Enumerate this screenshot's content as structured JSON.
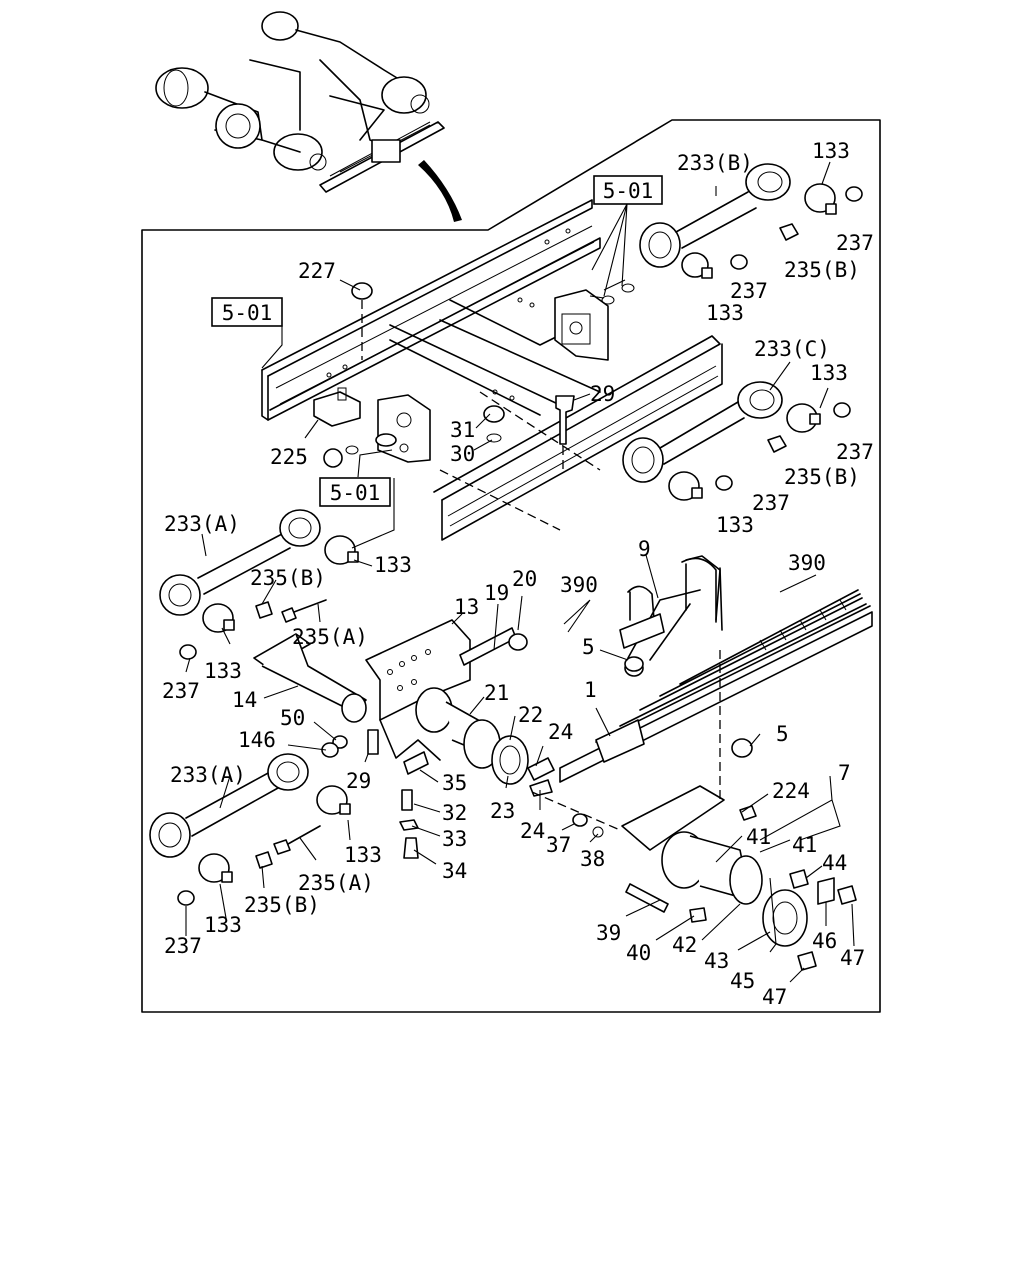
{
  "refs": [
    "5-01",
    "5-01",
    "5-01"
  ],
  "labels": [
    {
      "id": "l233b_1",
      "text": "233(B)"
    },
    {
      "id": "l133_1",
      "text": "133"
    },
    {
      "id": "l237_1",
      "text": "237"
    },
    {
      "id": "l235b_1",
      "text": "235(B)"
    },
    {
      "id": "l237_2",
      "text": "237"
    },
    {
      "id": "l133_2",
      "text": "133"
    },
    {
      "id": "l227",
      "text": "227"
    },
    {
      "id": "l233c",
      "text": "233(C)"
    },
    {
      "id": "l133_3",
      "text": "133"
    },
    {
      "id": "l29_1",
      "text": "29"
    },
    {
      "id": "l237_3",
      "text": "237"
    },
    {
      "id": "l31",
      "text": "31"
    },
    {
      "id": "l235b_2",
      "text": "235(B)"
    },
    {
      "id": "l30",
      "text": "30"
    },
    {
      "id": "l225",
      "text": "225"
    },
    {
      "id": "l237_4",
      "text": "237"
    },
    {
      "id": "l133_4",
      "text": "133"
    },
    {
      "id": "l233a_1",
      "text": "233(A)"
    },
    {
      "id": "l133_5",
      "text": "133"
    },
    {
      "id": "l235b_3",
      "text": "235(B)"
    },
    {
      "id": "l9",
      "text": "9"
    },
    {
      "id": "l390_1",
      "text": "390"
    },
    {
      "id": "l390_2",
      "text": "390"
    },
    {
      "id": "l19",
      "text": "19"
    },
    {
      "id": "l20",
      "text": "20"
    },
    {
      "id": "l13",
      "text": "13"
    },
    {
      "id": "l235a_1",
      "text": "235(A)"
    },
    {
      "id": "l5_1",
      "text": "5"
    },
    {
      "id": "l133_6",
      "text": "133"
    },
    {
      "id": "l237_5",
      "text": "237"
    },
    {
      "id": "l14",
      "text": "14"
    },
    {
      "id": "l1",
      "text": "1"
    },
    {
      "id": "l21",
      "text": "21"
    },
    {
      "id": "l50",
      "text": "50"
    },
    {
      "id": "l22",
      "text": "22"
    },
    {
      "id": "l146",
      "text": "146"
    },
    {
      "id": "l24_1",
      "text": "24"
    },
    {
      "id": "l5_2",
      "text": "5"
    },
    {
      "id": "l233a_2",
      "text": "233(A)"
    },
    {
      "id": "l29_2",
      "text": "29"
    },
    {
      "id": "l35",
      "text": "35"
    },
    {
      "id": "l7",
      "text": "7"
    },
    {
      "id": "l224",
      "text": "224"
    },
    {
      "id": "l23",
      "text": "23"
    },
    {
      "id": "l32",
      "text": "32"
    },
    {
      "id": "l24_2",
      "text": "24"
    },
    {
      "id": "l33",
      "text": "33"
    },
    {
      "id": "l41_1",
      "text": "41"
    },
    {
      "id": "l41_2",
      "text": "41"
    },
    {
      "id": "l37",
      "text": "37"
    },
    {
      "id": "l38",
      "text": "38"
    },
    {
      "id": "l133_7",
      "text": "133"
    },
    {
      "id": "l44",
      "text": "44"
    },
    {
      "id": "l34",
      "text": "34"
    },
    {
      "id": "l235a_2",
      "text": "235(A)"
    },
    {
      "id": "l235b_4",
      "text": "235(B)"
    },
    {
      "id": "l133_8",
      "text": "133"
    },
    {
      "id": "l39",
      "text": "39"
    },
    {
      "id": "l46",
      "text": "46"
    },
    {
      "id": "l47_1",
      "text": "47"
    },
    {
      "id": "l237_6",
      "text": "237"
    },
    {
      "id": "l40",
      "text": "40"
    },
    {
      "id": "l42",
      "text": "42"
    },
    {
      "id": "l43",
      "text": "43"
    },
    {
      "id": "l45",
      "text": "45"
    },
    {
      "id": "l47_2",
      "text": "47"
    }
  ]
}
